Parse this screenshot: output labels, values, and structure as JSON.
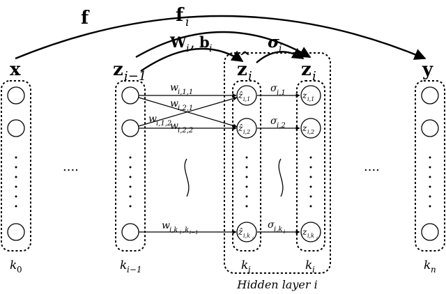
{
  "arrows": {
    "f": "f",
    "f_i": "f",
    "f_i_sub": "i",
    "w_b": "W",
    "w_b_sub": "i",
    "w_b_sep": ", ",
    "b": "b",
    "b_sub": "i",
    "sigma": "σ",
    "sigma_sub": "i"
  },
  "columns": {
    "x": {
      "label": "x",
      "count": "k",
      "count_sub": "0"
    },
    "z_prev": {
      "label": "z",
      "label_sub": "i−1",
      "count": "k",
      "count_sub": "i−1"
    },
    "z_hat": {
      "label": "z",
      "label_sub": "i",
      "count": "k",
      "count_sub": "i"
    },
    "z": {
      "label": "z",
      "label_sub": "i",
      "count": "k",
      "count_sub": "i"
    },
    "y": {
      "label": "y",
      "count": "k",
      "count_sub": "n"
    }
  },
  "node_labels": {
    "z_hat": [
      {
        "base": "ẑ",
        "sub": "i,1"
      },
      {
        "base": "ẑ",
        "sub": "i,2"
      },
      {
        "base": "ẑ",
        "sub": "i,k",
        "subsub": "i"
      }
    ],
    "z": [
      {
        "base": "z",
        "sub": "i,1"
      },
      {
        "base": "z",
        "sub": "i,2"
      },
      {
        "base": "z",
        "sub": "i,k",
        "subsub": "i"
      }
    ]
  },
  "weights": [
    {
      "base": "w",
      "sub": "i,1,1"
    },
    {
      "base": "w",
      "sub": "i,2,1"
    },
    {
      "base": "w",
      "sub": "i,1,2"
    },
    {
      "base": "w",
      "sub": "i,2,2"
    },
    {
      "base": "w",
      "sub": "i,k",
      "subsub": "i",
      "sub2": ",k",
      "subsub2": "i−1"
    }
  ],
  "activations": [
    {
      "base": "σ",
      "sub": "i,1"
    },
    {
      "base": "σ",
      "sub": "i,2"
    },
    {
      "base": "σ",
      "sub": "i,k",
      "subsub": "i"
    }
  ],
  "ellipsis": "....",
  "hidden_layer_caption": "Hidden layer i"
}
